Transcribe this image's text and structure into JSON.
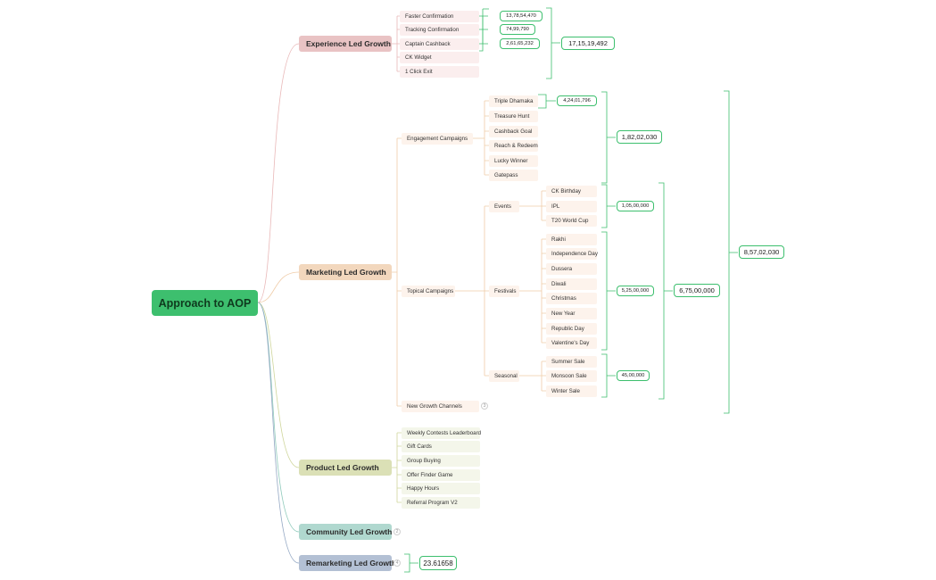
{
  "root": {
    "label": "Approach to AOP"
  },
  "categories": {
    "experience": {
      "label": "Experience Led Growth",
      "color": "#e9c3c4"
    },
    "marketing": {
      "label": "Marketing Led Growth",
      "color": "#f2d7bd"
    },
    "product": {
      "label": "Product Led Growth",
      "color": "#dbe0b6"
    },
    "community": {
      "label": "Community Led Growth",
      "color": "#b0d8cf",
      "collapsed_count": "2"
    },
    "remarketing": {
      "label": "Remarketing Led Growth",
      "color": "#b3c0d4",
      "collapsed_count": "4"
    }
  },
  "experience": {
    "items": [
      "Faster Confirmation",
      "Tracking Confirmation",
      "Captain Cashback",
      "CK Widget",
      "1 Click Exit"
    ],
    "values": [
      "13,78,54,470",
      "74,99,790",
      "2,61,65,232"
    ],
    "total": "17,15,19,492"
  },
  "marketing": {
    "engagement": {
      "label": "Engagement Campaigns",
      "items": [
        "Triple Dhamaka",
        "Treasure Hunt",
        "Cashback Goal",
        "Reach & Redeem",
        "Lucky Winner",
        "Gatepass"
      ],
      "triple_value": "4,24,01,796",
      "total": "1,82,02,030"
    },
    "topical": {
      "label": "Topical Campaigns",
      "events": {
        "label": "Events",
        "items": [
          "CK Birthday",
          "IPL",
          "T20 World Cup"
        ],
        "value": "1,05,00,000"
      },
      "festivals": {
        "label": "Festivals",
        "items": [
          "Rakhi",
          "Independence Day",
          "Dussera",
          "Diwali",
          "Christmas",
          "New Year",
          "Republic Day",
          "Valentine's Day"
        ],
        "value": "5,25,00,000"
      },
      "seasonal": {
        "label": "Seasonal",
        "items": [
          "Summer Sale",
          "Monsoon Sale",
          "Winter Sale"
        ],
        "value": "45,00,000"
      },
      "total": "6,75,00,000"
    },
    "new_growth": {
      "label": "New Growth Channels",
      "collapsed_count": "3"
    },
    "grand_total": "8,57,02,030"
  },
  "product": {
    "items": [
      "Weekly Contests Leaderboard",
      "Gift Cards",
      "Group Buying",
      "Offer Finder Game",
      "Happy Hours",
      "Referral Program V2"
    ]
  },
  "remarketing": {
    "value": "23.61658"
  }
}
